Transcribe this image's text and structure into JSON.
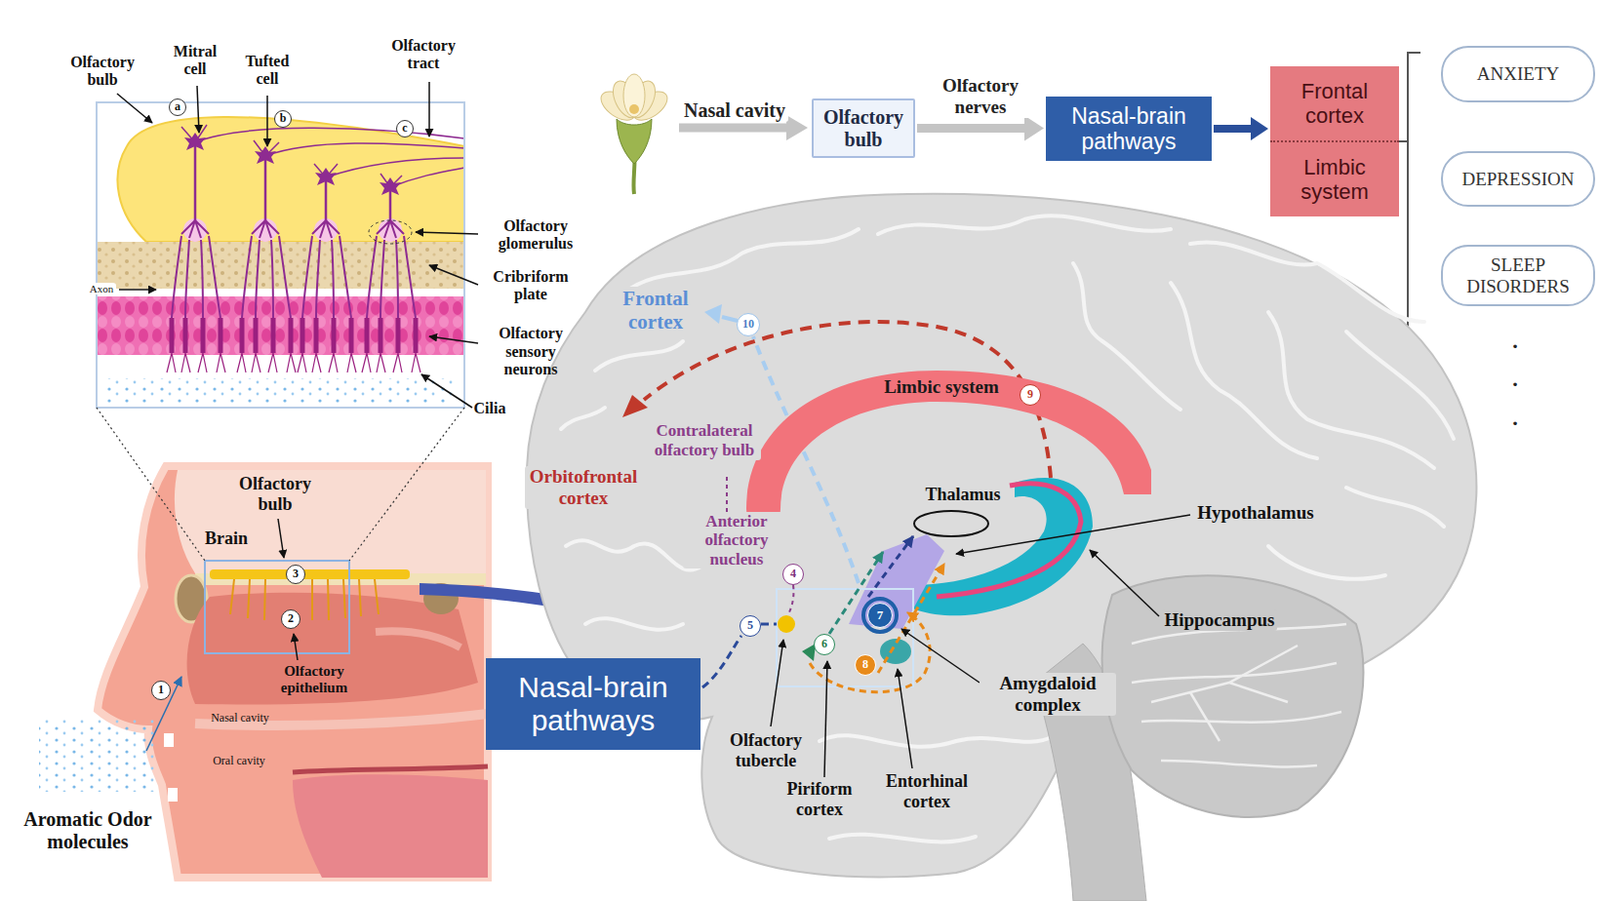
{
  "diagram": {
    "nodes": [
      {
        "text": [
          "Olfactory bulb"
        ]
      },
      {
        "text": [
          "Nasal-brain pathways"
        ]
      },
      {
        "text": [
          "Frontal cortex",
          "Limbic system"
        ]
      },
      {
        "text": [
          "ANXIETY"
        ]
      },
      {
        "text": [
          "DEPRESSION"
        ]
      },
      {
        "text": [
          "SLEEP DISORDERS"
        ]
      },
      {
        "text": [
          "Limbic system"
        ]
      },
      {
        "text": [
          "Nasal-brain pathways"
        ]
      }
    ],
    "edges": [
      {
        "from": 0,
        "to": 1,
        "arrow": "to",
        "label": "Olfactory nerves"
      },
      {
        "from": 1,
        "to": 2,
        "arrow": "to"
      }
    ],
    "labels": [
      "Olfactory bulb",
      "Mitral cell",
      "Tufted cell",
      "Olfactory tract",
      "a",
      "b",
      "c",
      "Olfactory glomerulus",
      "Cribriform plate",
      "Axon",
      "Olfactory sensory neurons",
      "Cilia",
      "Olfactory bulb",
      "Brain",
      "3",
      "2",
      "1",
      "Olfactory epithelium",
      "Nasal cavity",
      "Oral cavity",
      "Aromatic Odor molecules",
      "Nasal cavity",
      "Frontal cortex",
      "10",
      "9",
      "Orbitofrontal cortex",
      "Contralateral olfactory bulb",
      "Anterior olfactory nucleus",
      "4",
      "Thalamus",
      "Hypothalamus",
      "Hippocampus",
      "5",
      "6",
      "7",
      "8",
      "Amygdaloid complex",
      "Olfactory tubercle",
      "Piriform cortex",
      "Entorhinal cortex",
      ".",
      ".",
      "."
    ]
  }
}
